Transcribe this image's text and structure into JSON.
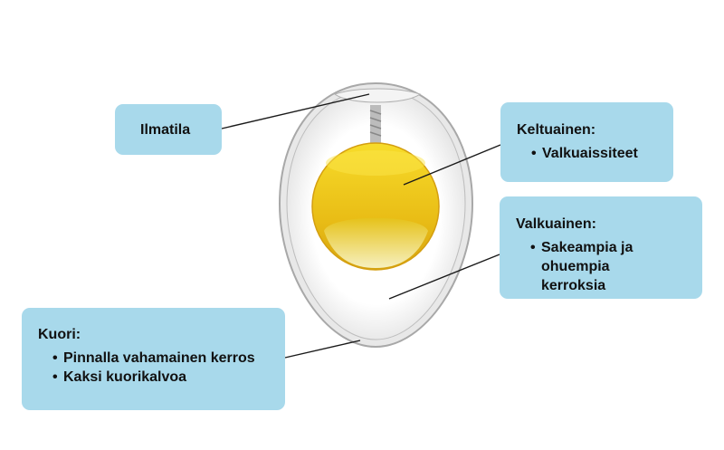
{
  "labels": {
    "air_cell": {
      "title": "Ilmatila"
    },
    "yolk": {
      "title": "Keltuainen:",
      "items": [
        "Valkuaissiteet"
      ]
    },
    "albumen": {
      "title": "Valkuainen:",
      "items": [
        "Sakeampia ja ohuempia kerroksia"
      ]
    },
    "shell": {
      "title": "Kuori:",
      "items": [
        "Pinnalla vahamainen kerros",
        "Kaksi kuorikalvoa"
      ]
    }
  },
  "colors": {
    "box": "#a8d9eb",
    "yolk": "#f0c419",
    "shell": "#c8c8c8"
  }
}
